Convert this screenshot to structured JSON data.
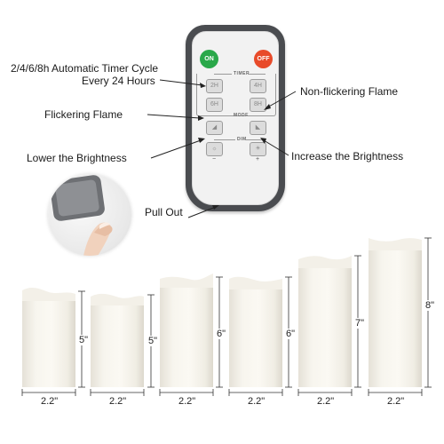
{
  "remote": {
    "on_label": "ON",
    "off_label": "OFF",
    "on_color": "#2aa84a",
    "off_color": "#e84b2a",
    "timer_section": "TIMER",
    "timer_buttons": [
      "2H",
      "4H",
      "6H",
      "8H"
    ],
    "mode_section": "MODE",
    "dim_section": "DIM",
    "dim_minus": "−",
    "dim_plus": "+"
  },
  "callouts": {
    "timer_line1": "2/4/6/8h  Automatic Timer Cycle",
    "timer_line2": "Every 24 Hours",
    "non_flickering": "Non-flickering Flame",
    "flickering": "Flickering Flame",
    "lower_brightness": "Lower the Brightness",
    "increase_brightness": "Increase the Brightness",
    "pull_out": "Pull Out"
  },
  "candles": [
    {
      "height_label": "5\"",
      "width_label": "2.2\""
    },
    {
      "height_label": "5\"",
      "width_label": "2.2\""
    },
    {
      "height_label": "6\"",
      "width_label": "2.2\""
    },
    {
      "height_label": "6\"",
      "width_label": "2.2\""
    },
    {
      "height_label": "7\"",
      "width_label": "2.2\""
    },
    {
      "height_label": "8\"",
      "width_label": "2.2\""
    }
  ]
}
